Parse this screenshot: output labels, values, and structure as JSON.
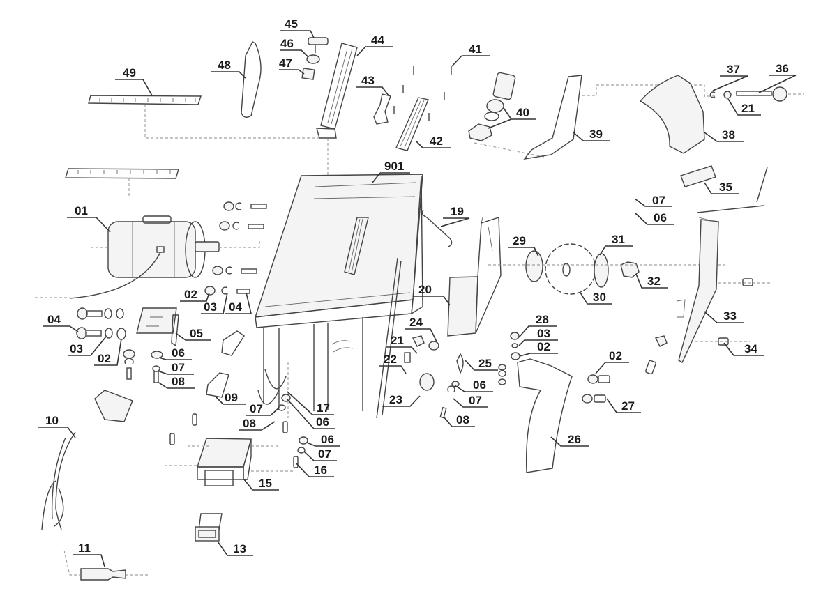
{
  "diagram": {
    "type": "exploded-parts-view",
    "subject": "table saw",
    "callouts": [
      {
        "id": "c49",
        "text": "49",
        "part": "scale-ruler"
      },
      {
        "id": "c48",
        "text": "48",
        "part": "riving-knife"
      },
      {
        "id": "c45",
        "text": "45",
        "part": "knob-bolt"
      },
      {
        "id": "c46",
        "text": "46",
        "part": "washer"
      },
      {
        "id": "c47",
        "text": "47",
        "part": "clamp-plate"
      },
      {
        "id": "c44",
        "text": "44",
        "part": "rip-fence"
      },
      {
        "id": "c43",
        "text": "43",
        "part": "fence-guide"
      },
      {
        "id": "c41",
        "text": "41",
        "part": "screw"
      },
      {
        "id": "c42",
        "text": "42",
        "part": "table-insert"
      },
      {
        "id": "c40",
        "text": "40",
        "part": "height-adjust-spindle"
      },
      {
        "id": "c39",
        "text": "39",
        "part": "blade-guard-lower"
      },
      {
        "id": "c37",
        "text": "37",
        "part": "spring-washer"
      },
      {
        "id": "c36",
        "text": "36",
        "part": "guard-knob-bolt"
      },
      {
        "id": "c21a",
        "text": "21",
        "part": "nut"
      },
      {
        "id": "c38",
        "text": "38",
        "part": "blade-guard"
      },
      {
        "id": "c35",
        "text": "35",
        "part": "mounting-plate"
      },
      {
        "id": "c901",
        "text": "901",
        "part": "saw-table"
      },
      {
        "id": "c01",
        "text": "01",
        "part": "motor"
      },
      {
        "id": "c19",
        "text": "19",
        "part": "spring"
      },
      {
        "id": "c07a",
        "text": "07",
        "part": "spring-washer"
      },
      {
        "id": "c06a",
        "text": "06",
        "part": "washer"
      },
      {
        "id": "c29",
        "text": "29",
        "part": "inner-flange"
      },
      {
        "id": "c31",
        "text": "31",
        "part": "outer-flange"
      },
      {
        "id": "c32",
        "text": "32",
        "part": "blade-nut"
      },
      {
        "id": "c30",
        "text": "30",
        "part": "saw-blade"
      },
      {
        "id": "c20",
        "text": "20",
        "part": "blade-carrier"
      },
      {
        "id": "c33",
        "text": "33",
        "part": "side-plate"
      },
      {
        "id": "c34",
        "text": "34",
        "part": "screw"
      },
      {
        "id": "c02a",
        "text": "02",
        "part": "washer"
      },
      {
        "id": "c03a",
        "text": "03",
        "part": "spring-washer"
      },
      {
        "id": "c04a",
        "text": "04",
        "part": "screw"
      },
      {
        "id": "c04b",
        "text": "04",
        "part": "screw"
      },
      {
        "id": "c03b",
        "text": "03",
        "part": "spring-washer"
      },
      {
        "id": "c02b",
        "text": "02",
        "part": "washer"
      },
      {
        "id": "c05",
        "text": "05",
        "part": "motor-bracket"
      },
      {
        "id": "c06b",
        "text": "06",
        "part": "washer"
      },
      {
        "id": "c07b",
        "text": "07",
        "part": "spring-washer"
      },
      {
        "id": "c08a",
        "text": "08",
        "part": "screw"
      },
      {
        "id": "c09",
        "text": "09",
        "part": "foot"
      },
      {
        "id": "c24",
        "text": "24",
        "part": "washer"
      },
      {
        "id": "c21b",
        "text": "21",
        "part": "nut"
      },
      {
        "id": "c22",
        "text": "22",
        "part": "bolt"
      },
      {
        "id": "c23",
        "text": "23",
        "part": "knob"
      },
      {
        "id": "c25",
        "text": "25",
        "part": "pointer"
      },
      {
        "id": "c06c",
        "text": "06",
        "part": "washer"
      },
      {
        "id": "c07c",
        "text": "07",
        "part": "spring-washer"
      },
      {
        "id": "c08b",
        "text": "08",
        "part": "screw"
      },
      {
        "id": "c28",
        "text": "28",
        "part": "nut"
      },
      {
        "id": "c03c",
        "text": "03",
        "part": "spring-washer"
      },
      {
        "id": "c02c",
        "text": "02",
        "part": "washer"
      },
      {
        "id": "c02d",
        "text": "02",
        "part": "washer"
      },
      {
        "id": "c27",
        "text": "27",
        "part": "screw"
      },
      {
        "id": "c26",
        "text": "26",
        "part": "push-stick"
      },
      {
        "id": "c10",
        "text": "10",
        "part": "power-plug-cord"
      },
      {
        "id": "c11",
        "text": "11",
        "part": "cable-sleeve"
      },
      {
        "id": "c17",
        "text": "17",
        "part": "nut"
      },
      {
        "id": "c07d",
        "text": "07",
        "part": "spring-washer"
      },
      {
        "id": "c06d",
        "text": "06",
        "part": "washer"
      },
      {
        "id": "c08c",
        "text": "08",
        "part": "screw"
      },
      {
        "id": "c06e",
        "text": "06",
        "part": "washer"
      },
      {
        "id": "c07e",
        "text": "07",
        "part": "spring-washer"
      },
      {
        "id": "c16",
        "text": "16",
        "part": "screw"
      },
      {
        "id": "c15",
        "text": "15",
        "part": "switch-box"
      },
      {
        "id": "c13",
        "text": "13",
        "part": "on-off-switch"
      }
    ]
  }
}
